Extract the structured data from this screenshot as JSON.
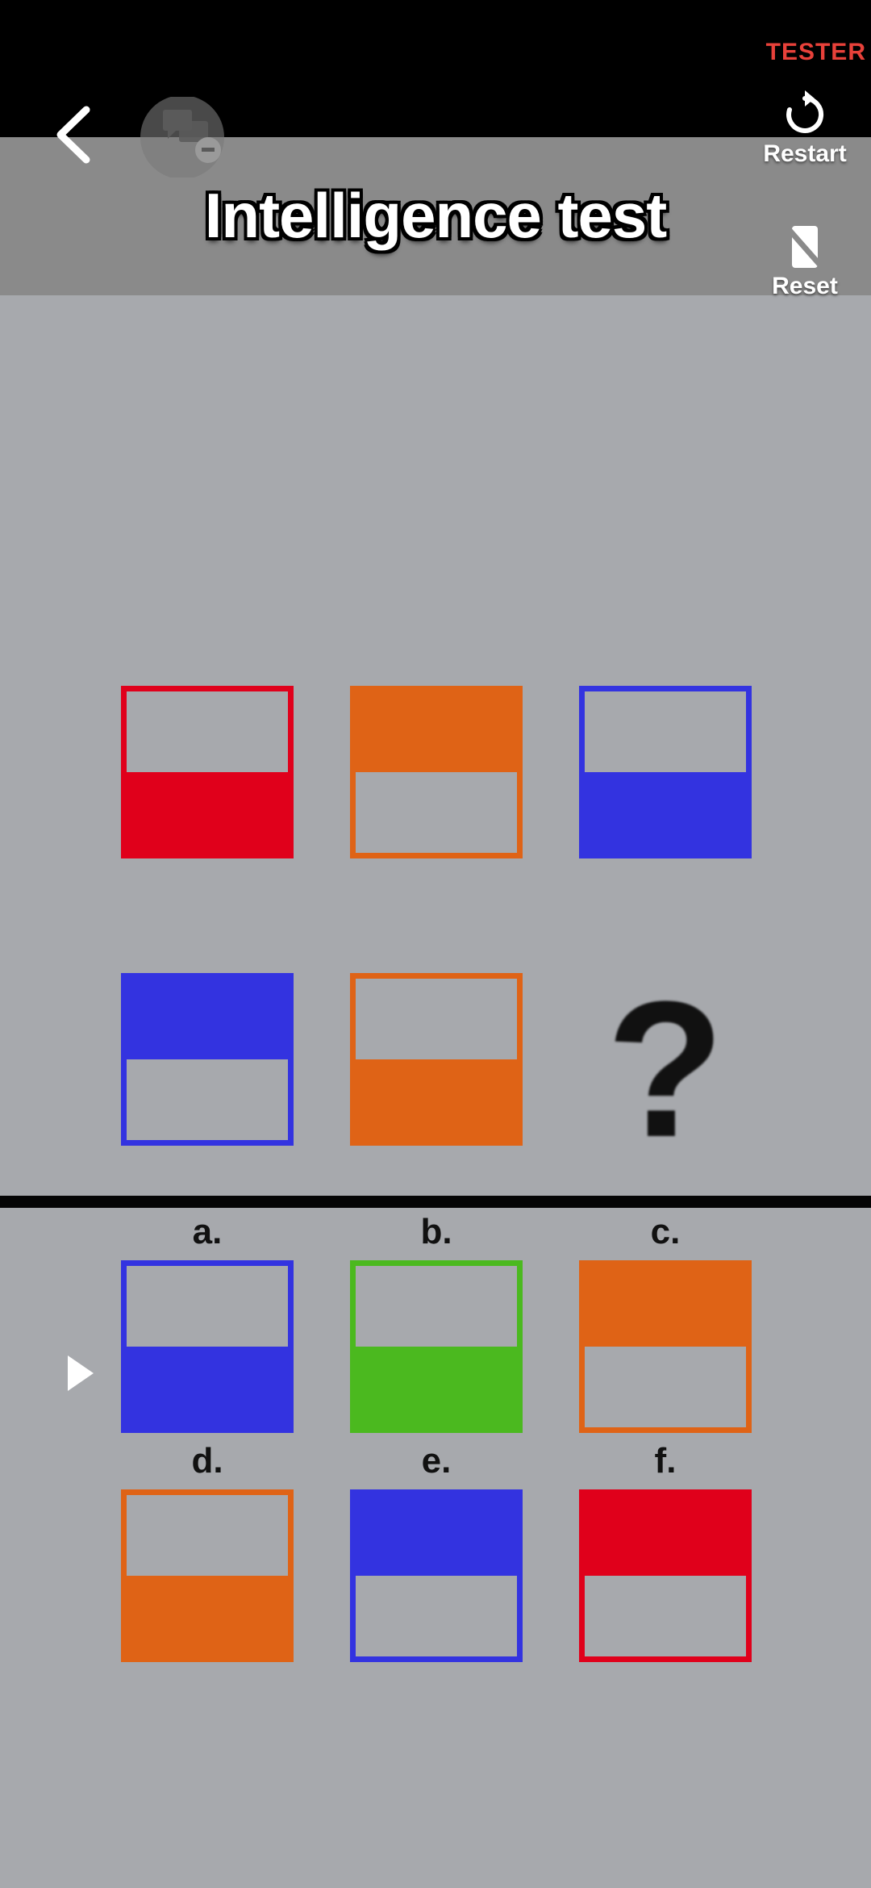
{
  "status": {
    "badge": "TESTER"
  },
  "header": {
    "title": "Intelligence test",
    "restart_label": "Restart",
    "reset_label": "Reset"
  },
  "icons": {
    "back": "chevron-left-icon",
    "chat": "chat-bubbles-minus-icon",
    "restart": "restart-icon",
    "reset": "phone-off-icon",
    "play": "play-icon"
  },
  "colors": {
    "red": "#e0001b",
    "orange": "#df6316",
    "blue": "#3333e0",
    "green": "#4bb91f",
    "background": "#a7a9ad"
  },
  "puzzle": {
    "question_mark": "?",
    "grid": [
      {
        "color": "red",
        "fill": "bottom"
      },
      {
        "color": "orange",
        "fill": "top"
      },
      {
        "color": "blue",
        "fill": "bottom"
      },
      {
        "color": "blue",
        "fill": "top"
      },
      {
        "color": "orange",
        "fill": "bottom"
      }
    ]
  },
  "options": [
    {
      "label": "a.",
      "color": "blue",
      "fill": "bottom"
    },
    {
      "label": "b.",
      "color": "green",
      "fill": "bottom"
    },
    {
      "label": "c.",
      "color": "orange",
      "fill": "top"
    },
    {
      "label": "d.",
      "color": "orange",
      "fill": "bottom"
    },
    {
      "label": "e.",
      "color": "blue",
      "fill": "top"
    },
    {
      "label": "f.",
      "color": "red",
      "fill": "top"
    }
  ]
}
